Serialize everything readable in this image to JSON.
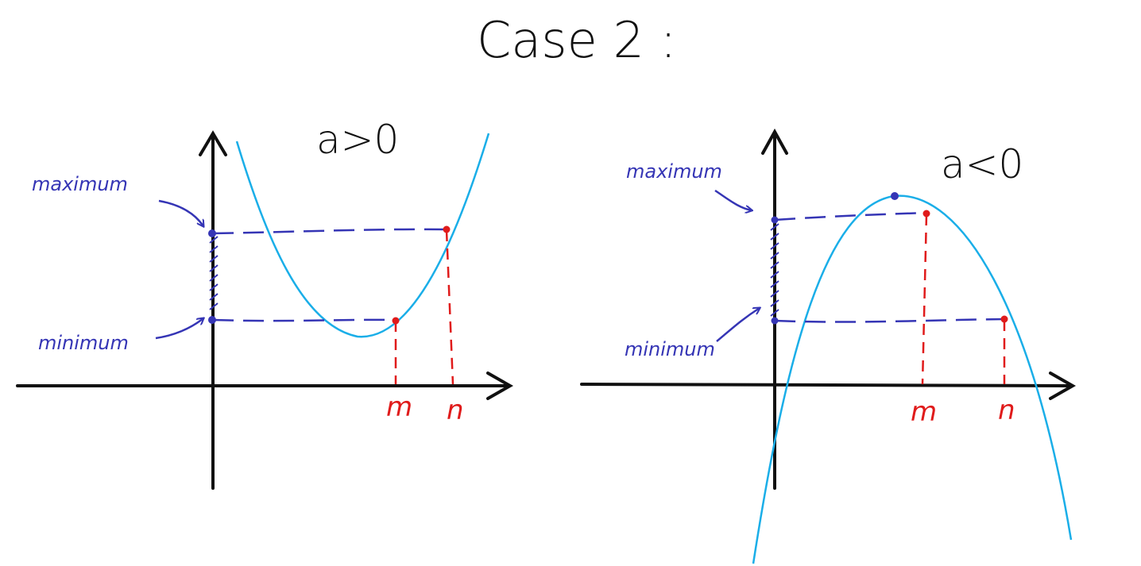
{
  "title": "Case 2 :",
  "colors": {
    "axis": "#111111",
    "curve": "#1aaee8",
    "annotation": "#3535b5",
    "endpoint": "#e01b1b"
  },
  "panels": [
    {
      "condition": "a>0",
      "max_label": "maximum",
      "min_label": "minimum",
      "tick_m": "m",
      "tick_n": "n"
    },
    {
      "condition": "a<0",
      "max_label": "maximum",
      "min_label": "minimum",
      "tick_m": "m",
      "tick_n": "n"
    }
  ]
}
